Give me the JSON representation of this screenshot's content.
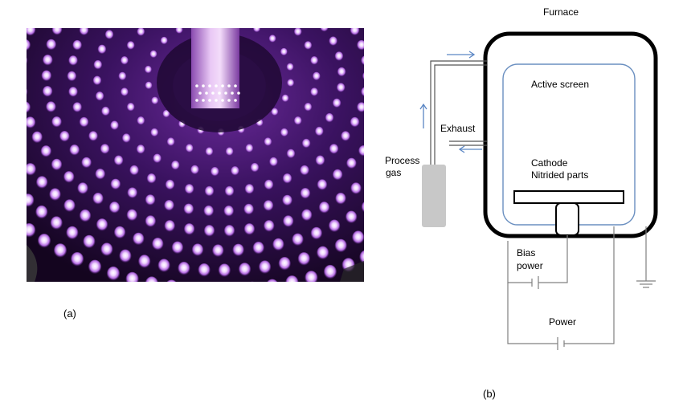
{
  "panel_a": {
    "caption": "(a)",
    "photo": "active-screen-plasma-photo"
  },
  "panel_b": {
    "caption": "(b)",
    "labels": {
      "furnace": "Furnace",
      "active_screen": "Active screen",
      "exhaust": "Exhaust",
      "process": "Process",
      "gas": "gas",
      "cathode": "Cathode",
      "nitrided_parts": "Nitrided parts",
      "bias": "Bias",
      "bias_power": "power",
      "power": "Power"
    },
    "colors": {
      "screen_line": "#6a8fc0",
      "arrow": "#5b86c4",
      "gas_cylinder": "#c8c8c8",
      "wire": "#808080",
      "furnace_wall": "#000000"
    }
  }
}
